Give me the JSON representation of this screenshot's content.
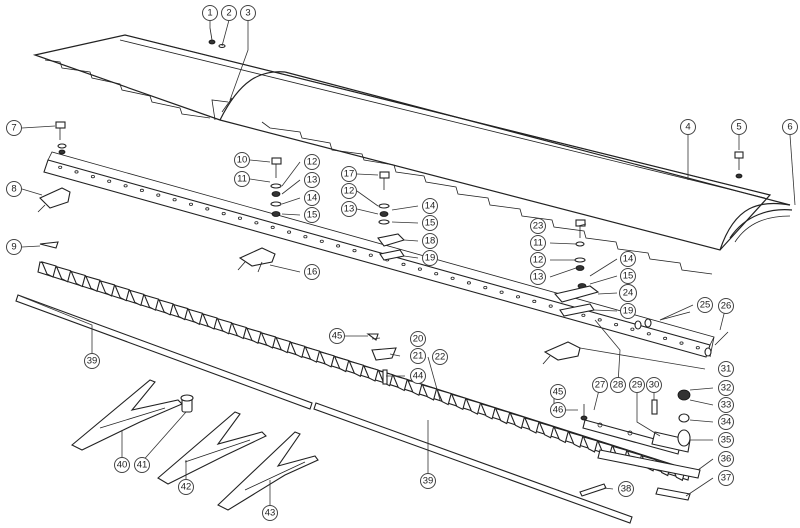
{
  "highlight_color": "#b5c63a",
  "callout_highlighted": "24",
  "callouts": {
    "c1": "1",
    "c2": "2",
    "c3": "3",
    "c4": "4",
    "c5": "5",
    "c6": "6",
    "c7": "7",
    "c8": "8",
    "c9": "9",
    "c10": "10",
    "c11a": "11",
    "c11b": "11",
    "c12a": "12",
    "c12b": "12",
    "c12c": "12",
    "c13a": "13",
    "c13b": "13",
    "c13c": "13",
    "c14a": "14",
    "c14b": "14",
    "c14c": "14",
    "c15a": "15",
    "c15b": "15",
    "c15c": "15",
    "c16": "16",
    "c17": "17",
    "c18": "18",
    "c19a": "19",
    "c19b": "19",
    "c20": "20",
    "c21": "21",
    "c22": "22",
    "c23": "23",
    "c24": "24",
    "c25": "25",
    "c26": "26",
    "c27": "27",
    "c28": "28",
    "c29": "29",
    "c30": "30",
    "c31": "31",
    "c32": "32",
    "c33": "33",
    "c34": "34",
    "c35": "35",
    "c36": "36",
    "c37": "37",
    "c38": "38",
    "c39a": "39",
    "c39b": "39",
    "c40": "40",
    "c41": "41",
    "c42": "42",
    "c43": "43",
    "c44": "44",
    "c45a": "45",
    "c45b": "45",
    "c46": "46"
  }
}
